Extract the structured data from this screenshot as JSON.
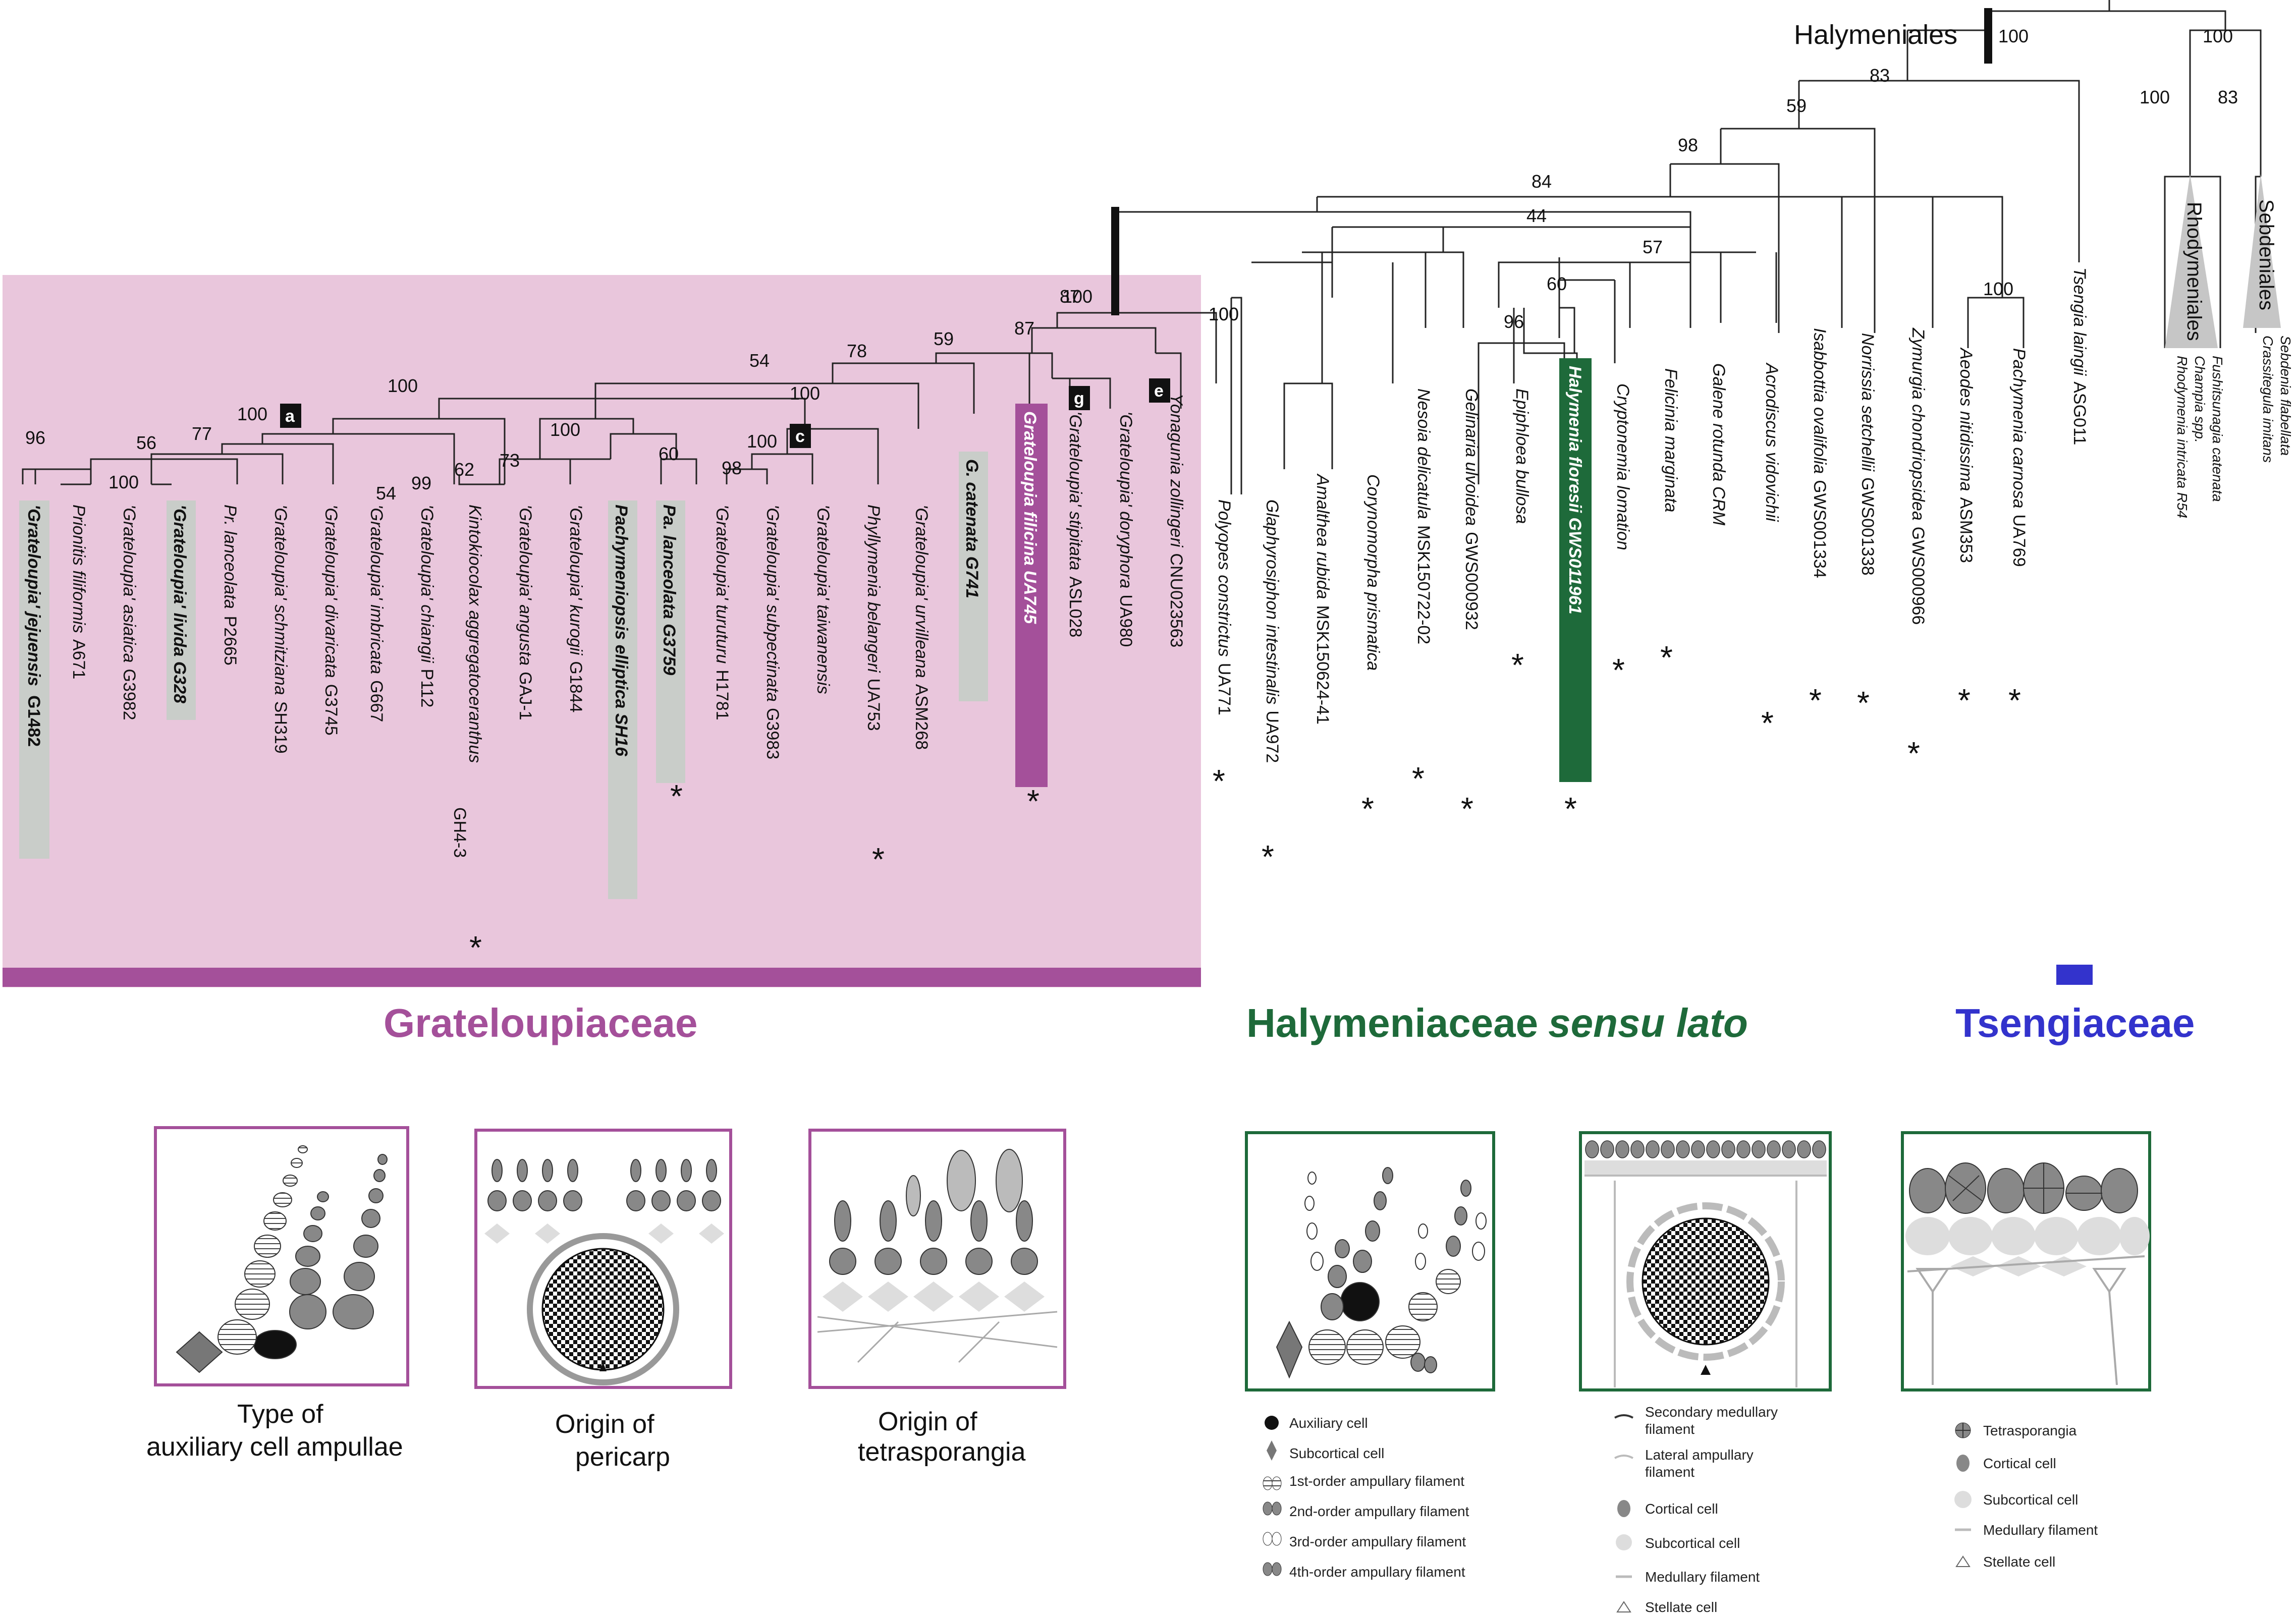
{
  "orders": {
    "halymeniales": "Halymeniales",
    "rhodymeniales": "Rhodymeniales",
    "sebdeniales": "Sebdeniales"
  },
  "node_letters": [
    "a",
    "c",
    "e",
    "g"
  ],
  "families": {
    "grateloupiaceae": "Grateloupiaceae",
    "halymeniaceae_a": "Halymeniaceae",
    "halymeniaceae_b": "sensu lato",
    "tsengiaceae": "Tsengiaceae"
  },
  "colors": {
    "grateloupiaceae_bg": "#e9c6dc",
    "grateloupiaceae": "#a4509a",
    "halymeniaceae": "#1e6a3a",
    "tsengiaceae": "#3333cc",
    "highlight_grey": "#c9cdc9"
  },
  "bootstrap": [
    "100",
    "100",
    "83",
    "100",
    "83",
    "59",
    "98",
    "84",
    "44",
    "57",
    "60",
    "96",
    "100",
    "100",
    "87",
    "59",
    "78",
    "54",
    "100",
    "100",
    "100",
    "96",
    "56",
    "77",
    "100",
    "100",
    "54",
    "99",
    "62",
    "73",
    "100",
    "60",
    "98",
    "100"
  ],
  "taxa": {
    "t1a": "'Grateloupia' jejuensis",
    "t1b": "G1482",
    "t2a": "Prionitis filiformis",
    "t2b": "A671",
    "t3a": "'Grateloupia' asiatica",
    "t3b": "G3982",
    "t4": "'Grateloupia' livida G328",
    "t5a": "Pr. lanceolata",
    "t5b": "P2665",
    "t6a": "'Grateloupia' schmitziana",
    "t6b": "SH319",
    "t7a": "'Grateloupia' divaricata",
    "t7b": "G3745",
    "t8a": "'Grateloupia' imbricata",
    "t8b": "G667",
    "t9a": "'Grateloupia' chiangii",
    "t9b": "P112",
    "t10a": "Kintokiocolax aggregatoceranthus",
    "t10b": "GH4-3",
    "t11a": "'Grateloupia' angusta",
    "t11b": "GAJ-1",
    "t12a": "'Grateloupia' kurogii",
    "t12b": "G1844",
    "t13": "Pachymeniopsis elliptica SH16",
    "t14": "Pa. lanceolata G3759",
    "t15a": "'Grateloupia' turuturu",
    "t15b": "H1781",
    "t16a": "'Grateloupia' subpectinata",
    "t16b": "G3983",
    "t17": "'Grateloupia' taiwanensis",
    "t18a": "Phyllymenia belangeri",
    "t18b": "UA753",
    "t19a": "'Grateloupia' urvilleana",
    "t19b": "ASM268",
    "t20": "G. catenata G741",
    "t21": "Grateloupia filicina UA745",
    "t22a": "'Grateloupia' stipitata",
    "t22b": "ASL028",
    "t23a": "'Grateloupia' doryphora",
    "t23b": "UA980",
    "t24a": "Yonagunia zollingeri",
    "t24b": "CNU023563",
    "t25a": "Polyopes constrictus",
    "t25b": "UA771",
    "t26a": "Glaphyrosiphon intestinalis",
    "t26b": "UA972",
    "t27a": "Amalthea rubida",
    "t27b": "MSK150624-41",
    "t28": "Corynomorpha prismatica",
    "t29a": "Nesoia delicatula",
    "t29b": "MSK150722-02",
    "t30a": "Gelinaria ulvoidea",
    "t30b": "GWS000932",
    "t31": "Epiphloea bullosa",
    "t32": "Halymenia floresii GWS011961",
    "t33": "Cryptonemia lomation",
    "t34": "Felicinia marginata",
    "t35": "Galene rotunda CRM",
    "t36": "Acrodiscus vidovichii",
    "t37a": "Isabbottia ovalifolia",
    "t37b": "GWS001334",
    "t38a": "Norrissia setchellii",
    "t38b": "GWS001338",
    "t39a": "Zymurgia chondriopsidea",
    "t39b": "GWS000966",
    "t40a": "Aeodes nitidissima",
    "t40b": "ASM353",
    "t41a": "Pachymenia carnosa",
    "t41b": "UA769",
    "t42a": "Tsengia laingii",
    "t42b": "ASG011",
    "rho1": "Rhodymenia intricata R54",
    "rho2": "Champia spp.",
    "rho3": "Fushitsunagia catenata",
    "seb1": "Crassitegula imitans",
    "seb2": "Sebdenia flabellata"
  },
  "asterisk": "*",
  "captions": {
    "c1a": "Type of",
    "c1b": "auxiliary cell ampullae",
    "c2a": "Origin of",
    "c2b": "pericarp",
    "c3a": "Origin of",
    "c3b": "tetrasporangia"
  },
  "legend1": [
    "Auxiliary cell",
    "Subcortical cell",
    "1st-order ampullary filament",
    "2nd-order ampullary filament",
    "3rd-order ampullary filament",
    "4th-order ampullary filament"
  ],
  "legend2": {
    "l1a": "Secondary medullary",
    "l1b": "filament",
    "l2a": "Lateral ampullary",
    "l2b": "filament",
    "l3": "Cortical cell",
    "l4": "Subcortical cell",
    "l5": "Medullary filament",
    "l6": "Stellate cell"
  },
  "legend3": [
    "Tetrasporangia",
    "Cortical cell",
    "Subcortical cell",
    "Medullary filament",
    "Stellate cell"
  ]
}
